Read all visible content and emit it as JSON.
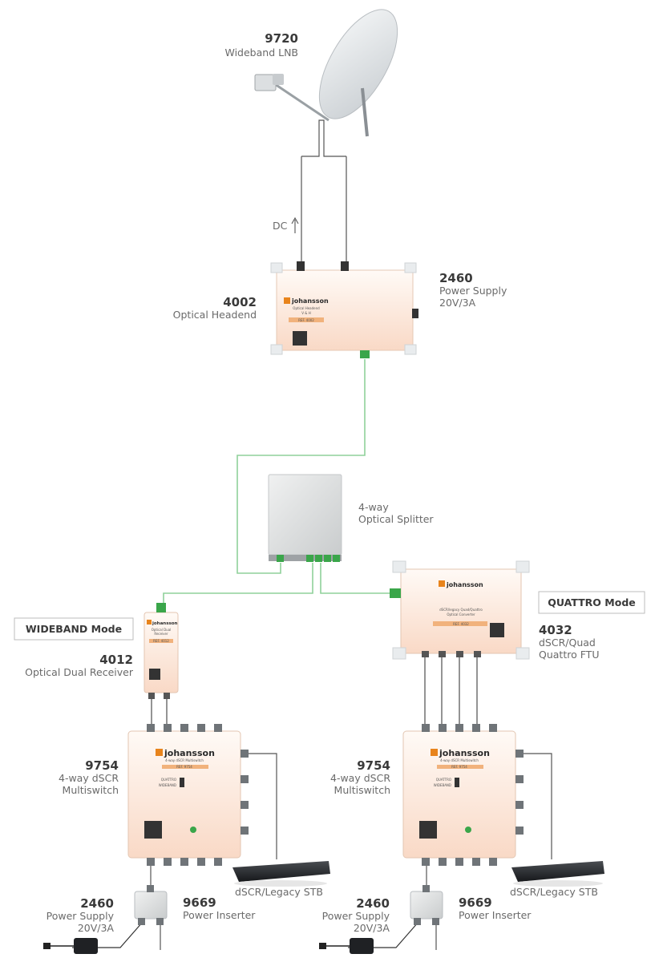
{
  "lnb": {
    "code": "9720",
    "desc": "Wideband LNB"
  },
  "dc_label": "DC",
  "headend": {
    "code": "4002",
    "desc": "Optical Headend",
    "device_title": "Optical Headend",
    "device_sub": "V & H",
    "device_ref": "REF. 4002"
  },
  "psu_top": {
    "code": "2460",
    "desc1": "Power Supply",
    "desc2": "20V/3A"
  },
  "splitter": {
    "desc1": "4-way",
    "desc2": "Optical Splitter"
  },
  "brand": "johansson",
  "modes": {
    "wideband": "WIDEBAND Mode",
    "quattro": "QUATTRO Mode"
  },
  "receiver": {
    "code": "4012",
    "desc": "Optical Dual Receiver",
    "device_title1": "Optical Dual",
    "device_title2": "Receiver",
    "device_ref": "REF. 4012"
  },
  "ftu": {
    "code": "4032",
    "desc1": "dSCR/Quad",
    "desc2": "Quattro FTU",
    "device_title": "dSCR/legacy Quad/Quattro",
    "device_sub": "Optical Converter",
    "device_ref": "REF. 4032"
  },
  "ms_left": {
    "code": "9754",
    "desc1": "4-way dSCR",
    "desc2": "Multiswitch",
    "device_sub": "4-way dSCR Multiswitch",
    "device_ref": "REF. 9754",
    "switch1": "QUATTRO",
    "switch2": "WIDEBAND"
  },
  "ms_right": {
    "code": "9754",
    "desc1": "4-way dSCR",
    "desc2": "Multiswitch",
    "device_sub": "4-way dSCR Multiswitch",
    "device_ref": "REF. 9754",
    "switch1": "QUATTRO",
    "switch2": "WIDEBAND"
  },
  "stb_left": {
    "desc": "dSCR/Legacy STB"
  },
  "stb_right": {
    "desc": "dSCR/Legacy STB"
  },
  "psu_left": {
    "code": "2460",
    "desc1": "Power Supply",
    "desc2": "20V/3A"
  },
  "psu_right": {
    "code": "2460",
    "desc1": "Power Supply",
    "desc2": "20V/3A"
  },
  "inserter_left": {
    "code": "9669",
    "desc": "Power Inserter"
  },
  "inserter_right": {
    "code": "9669",
    "desc": "Power Inserter"
  },
  "colors": {
    "fiber": "#8fd19a",
    "coax": "#5a5a5a",
    "device_body": "#fbe3d6",
    "brand_orange": "#e8841c"
  }
}
